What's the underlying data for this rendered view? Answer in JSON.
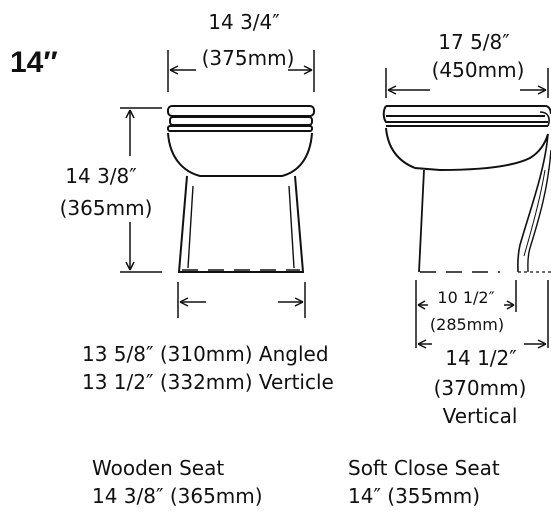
{
  "model_label": "14″",
  "front_view": {
    "top_width_in": "14 3/4″",
    "top_width_mm": "(375mm)",
    "height_in": "14 3/8″",
    "height_mm": "(365mm)",
    "base_line1": "13 5/8″ (310mm) Angled",
    "base_line2": "13 1/2″ (332mm) Verticle"
  },
  "side_view": {
    "depth_in": "17 5/8″",
    "depth_mm": "(450mm)",
    "inner_in": "10 1/2″",
    "inner_mm": "(285mm)",
    "vertical_in": "14 1/2″",
    "vertical_mm": "(370mm)",
    "vertical_word": "Vertical"
  },
  "seats": {
    "wooden_label": "Wooden Seat",
    "wooden_value": "14 3/8″ (365mm)",
    "softclose_label": "Soft Close Seat",
    "softclose_value": "14″ (355mm)"
  }
}
